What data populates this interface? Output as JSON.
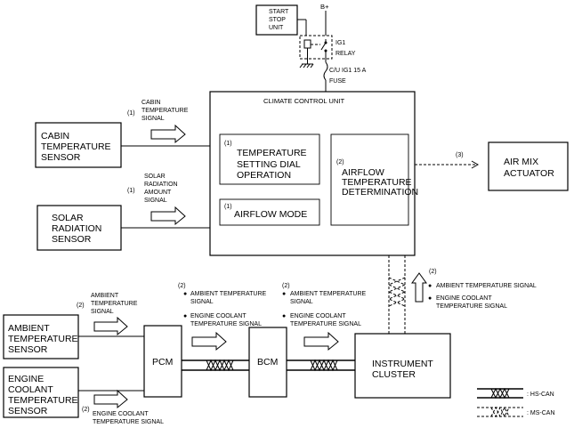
{
  "relay": {
    "start_stop_unit": [
      "START",
      "STOP",
      "UNIT"
    ],
    "b_plus": "B+",
    "ig1_relay": [
      "IG1",
      "RELAY"
    ],
    "fuse": [
      "C/U IG1 15 A",
      "FUSE"
    ]
  },
  "climate_unit": {
    "title": "CLIMATE CONTROL UNIT",
    "temp_dial_num": "(1)",
    "temp_dial": [
      "TEMPERATURE",
      "SETTING DIAL",
      "OPERATION"
    ],
    "airflow_mode_num": "(1)",
    "airflow_mode": "AIRFLOW MODE",
    "airflow_temp_num": "(2)",
    "airflow_temp": [
      "AIRFLOW",
      "TEMPERATURE",
      "DETERMINATION"
    ]
  },
  "air_mix": {
    "num": "(3)",
    "label": [
      "AIR MIX",
      "ACTUATOR"
    ]
  },
  "cabin_sensor": {
    "label": [
      "CABIN",
      "TEMPERATURE",
      "SENSOR"
    ],
    "num": "(1)",
    "signal": [
      "CABIN",
      "TEMPERATURE",
      "SIGNAL"
    ]
  },
  "solar_sensor": {
    "label": [
      "SOLAR",
      "RADIATION",
      "SENSOR"
    ],
    "num": "(1)",
    "signal": [
      "SOLAR",
      "RADIATION",
      "AMOUNT",
      "SIGNAL"
    ]
  },
  "ambient_sensor": {
    "label": [
      "AMBIENT",
      "TEMPERATURE",
      "SENSOR"
    ],
    "num": "(2)",
    "signal": [
      "AMBIENT",
      "TEMPERATURE",
      "SIGNAL"
    ]
  },
  "coolant_sensor": {
    "label": [
      "ENGINE",
      "COOLANT",
      "TEMPERATURE",
      "SENSOR"
    ],
    "num": "(2)",
    "signal": [
      "ENGINE COOLANT",
      "TEMPERATURE SIGNAL"
    ]
  },
  "pcm": {
    "label": "PCM"
  },
  "bcm": {
    "label": "BCM"
  },
  "cluster": {
    "label": [
      "INSTRUMENT",
      "CLUSTER"
    ]
  },
  "pcm_bcm_signals": {
    "num": "(2)",
    "items": [
      "AMBIENT TEMPERATURE",
      "SIGNAL",
      "ENGINE COOLANT",
      "TEMPERATURE SIGNAL"
    ]
  },
  "bcm_cluster_signals": {
    "num": "(2)",
    "items": [
      "AMBIENT TEMPERATURE",
      "SIGNAL",
      "ENGINE COOLANT",
      "TEMPERATURE SIGNAL"
    ]
  },
  "cluster_ccu_signals": {
    "num": "(2)",
    "items": [
      "AMBIENT TEMPERATURE SIGNAL",
      "ENGINE COOLANT",
      "TEMPERATURE SIGNAL"
    ]
  },
  "legend": {
    "hs_can": ": HS-CAN",
    "ms_can": ": MS-CAN"
  }
}
